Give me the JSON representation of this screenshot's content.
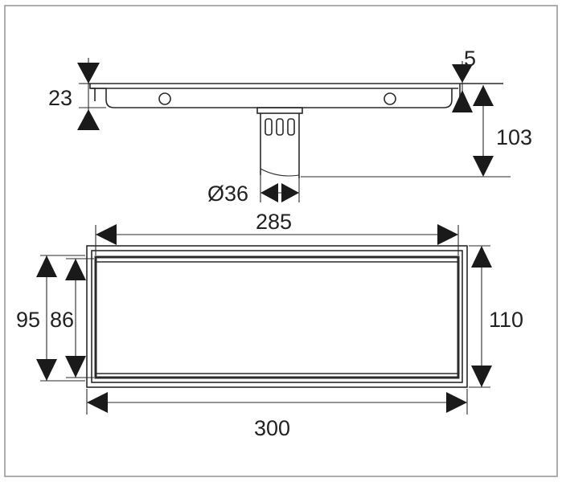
{
  "dimensions": {
    "depth_lip": "23",
    "edge": "5",
    "total_height": "103",
    "outlet_diameter": "Ø36",
    "inner_length": "285",
    "outer_width": "95",
    "inner_width": "86",
    "overall_width": "110",
    "overall_length": "300"
  },
  "colors": {
    "line": "#2a2a2a",
    "background": "#ffffff"
  }
}
